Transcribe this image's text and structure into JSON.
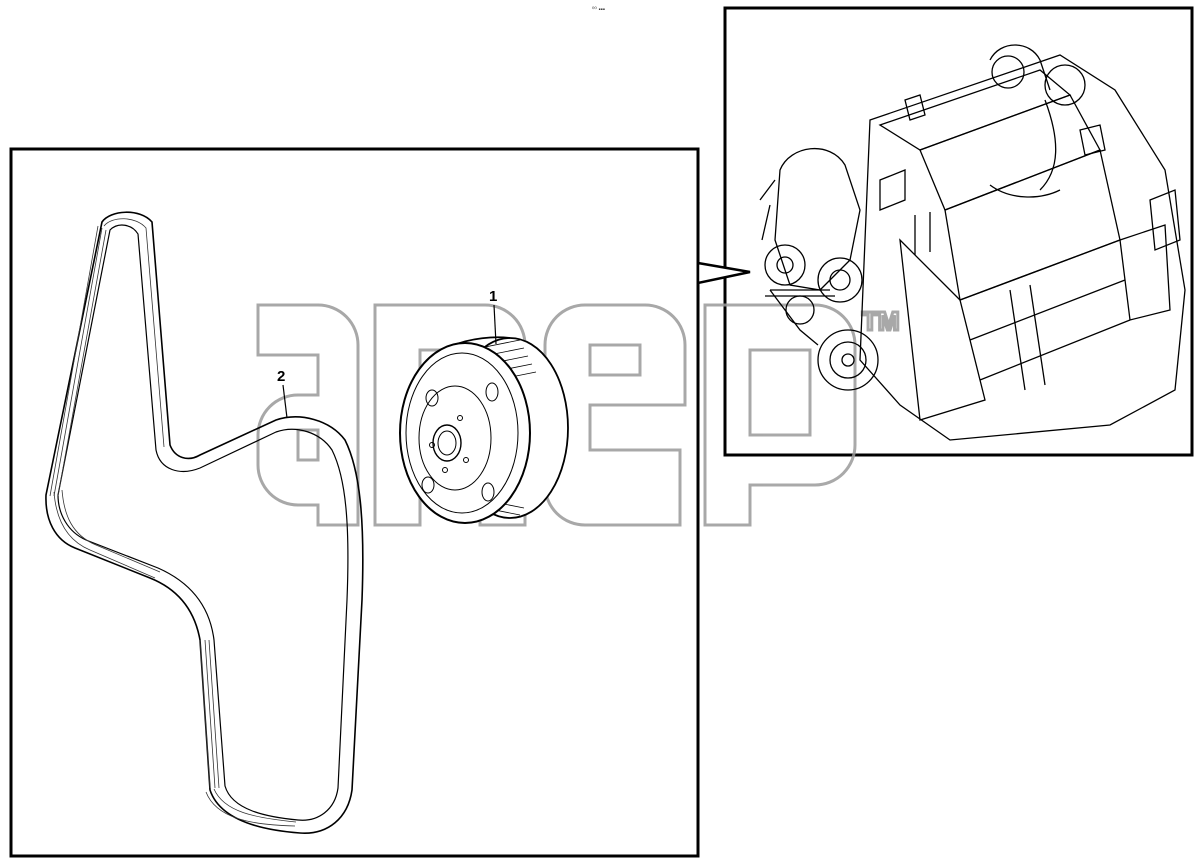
{
  "diagram": {
    "header_mark": "⁰⁰ ▪▪▪",
    "callouts": [
      {
        "id": "1",
        "label": "1"
      },
      {
        "id": "2",
        "label": "2"
      }
    ],
    "watermark": {
      "text": "anep",
      "tm": "TM"
    },
    "colors": {
      "line": "#000000",
      "watermark": "#9a9a9a",
      "background": "#ffffff"
    }
  }
}
